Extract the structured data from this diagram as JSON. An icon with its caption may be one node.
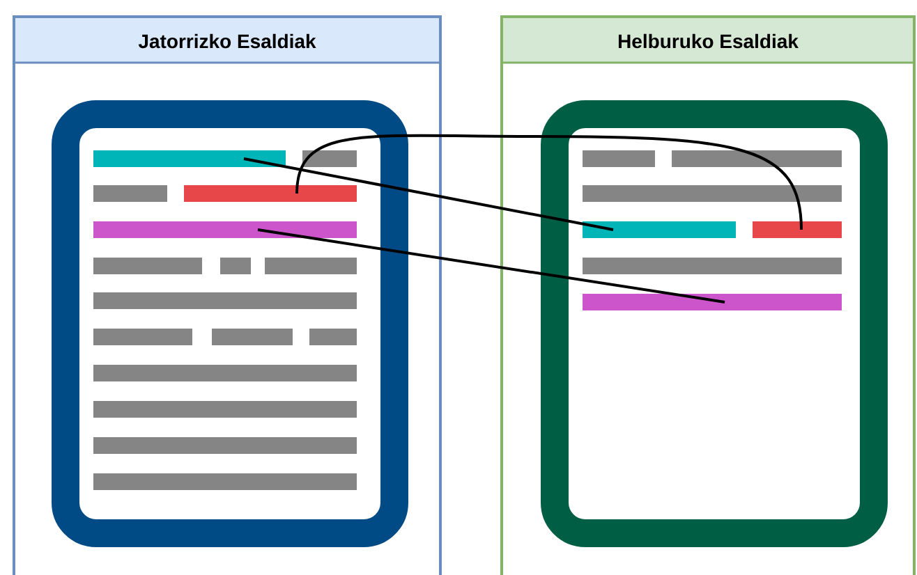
{
  "diagram": {
    "nodes": [
      {
        "text": [
          "Jatorrizko Esaldiak"
        ]
      },
      {
        "text": [
          "Helburuko Esaldiak"
        ]
      },
      {
        "text": [],
        "shape": "box",
        "in": 0
      },
      {
        "text": [],
        "shape": "box",
        "in": 1
      },
      {
        "text": [],
        "shape": "bar",
        "in": 2
      },
      {
        "text": [],
        "shape": "bar",
        "in": 2
      },
      {
        "text": [],
        "shape": "bar",
        "in": 2
      },
      {
        "text": [],
        "shape": "bar",
        "in": 3
      },
      {
        "text": [],
        "shape": "bar",
        "in": 3
      },
      {
        "text": [],
        "shape": "bar",
        "in": 3
      }
    ],
    "edges": [
      {
        "from": 4,
        "to": 7,
        "arrow": "none"
      },
      {
        "from": 5,
        "to": 8,
        "arrow": "none"
      },
      {
        "from": 6,
        "to": 9,
        "arrow": "none"
      }
    ]
  }
}
